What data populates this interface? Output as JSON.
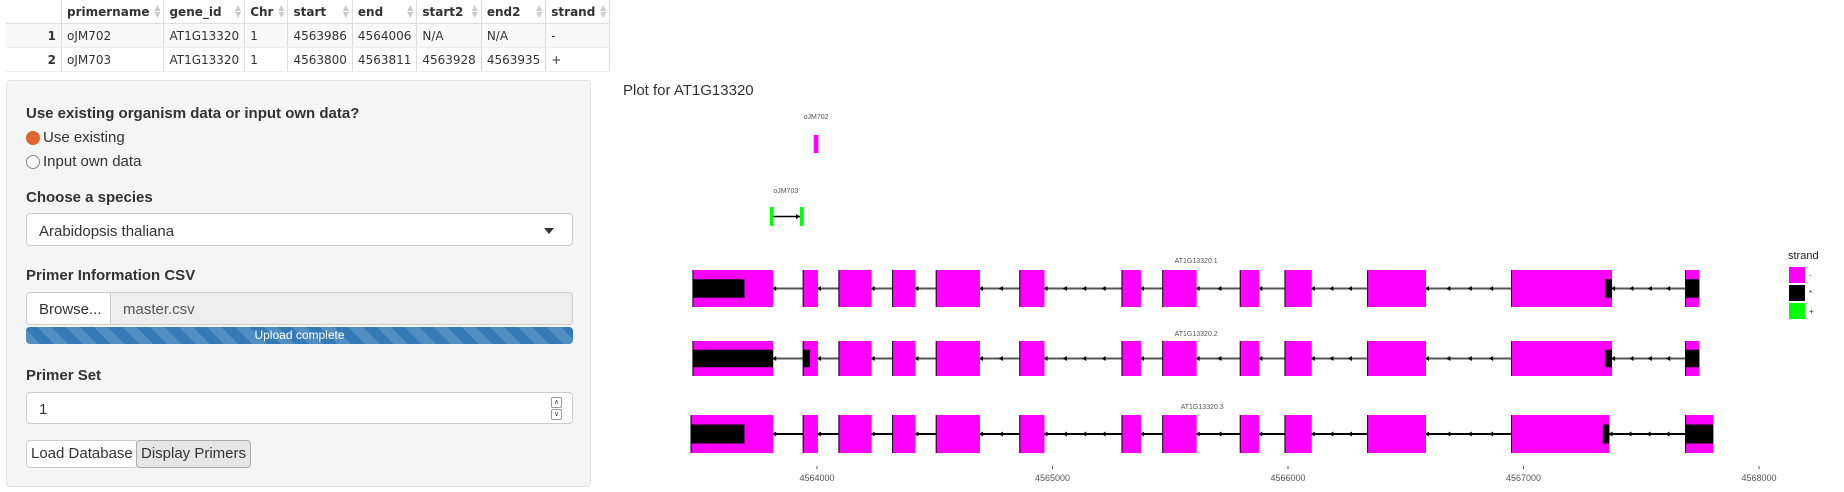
{
  "table": {
    "columns": [
      "primername",
      "gene_id",
      "Chr",
      "start",
      "end",
      "start2",
      "end2",
      "strand"
    ],
    "rows": [
      {
        "index": "1",
        "cells": [
          "oJM702",
          "AT1G13320",
          "1",
          "4563986",
          "4564006",
          "N/A",
          "N/A",
          "-"
        ]
      },
      {
        "index": "2",
        "cells": [
          "oJM703",
          "AT1G13320",
          "1",
          "4563800",
          "4563811",
          "4563928",
          "4563935",
          "+"
        ]
      }
    ]
  },
  "panel": {
    "source_label": "Use existing organism data or input own data?",
    "radio_options": [
      {
        "label": "Use existing",
        "selected": true
      },
      {
        "label": "Input own data",
        "selected": false
      }
    ],
    "species_label": "Choose a species",
    "species_value": "Arabidopsis thaliana",
    "csv_label": "Primer Information CSV",
    "browse_label": "Browse...",
    "file_name": "master.csv",
    "upload_status": "Upload complete",
    "upload_progress": 100,
    "primer_set_label": "Primer Set",
    "primer_set_value": "1",
    "load_button": "Load Database",
    "display_button": "Display Primers"
  },
  "plot": {
    "title": "Plot for AT1G13320"
  },
  "chart_data": {
    "type": "gene-track",
    "xlim": [
      4563450,
      4568150
    ],
    "x_ticks": [
      4564000,
      4565000,
      4566000,
      4567000,
      4568000
    ],
    "legend": {
      "title": "strand",
      "entries": [
        {
          "label": "-",
          "color": "#ff00ff"
        },
        {
          "label": "*",
          "color": "#000000"
        },
        {
          "label": "+",
          "color": "#00ff00"
        }
      ]
    },
    "primers": [
      {
        "name": "oJM702",
        "strand": "-",
        "segments": [
          [
            4563986,
            4564006
          ]
        ]
      },
      {
        "name": "oJM703",
        "strand": "+",
        "segments": [
          [
            4563800,
            4563811
          ],
          [
            4563928,
            4563935
          ]
        ]
      }
    ],
    "transcripts": [
      {
        "name": "AT1G13320.1",
        "exons": [
          [
            4563473,
            4563814
          ],
          [
            4563941,
            4564004
          ],
          [
            4564093,
            4564232
          ],
          [
            4564321,
            4564418
          ],
          [
            4564506,
            4564692
          ],
          [
            4564861,
            4564966
          ],
          [
            4565295,
            4565376
          ],
          [
            4565468,
            4565612
          ],
          [
            4565797,
            4565878
          ],
          [
            4565987,
            4566101
          ],
          [
            4566338,
            4566586
          ],
          [
            4566949,
            4567376
          ],
          [
            4567688,
            4567747
          ]
        ],
        "black": [
          [
            4563473,
            4563692
          ],
          [
            4567346,
            4567376
          ],
          [
            4567688,
            4567747
          ]
        ]
      },
      {
        "name": "AT1G13320.2",
        "exons": [
          [
            4563473,
            4563814
          ],
          [
            4563941,
            4564004
          ],
          [
            4564093,
            4564232
          ],
          [
            4564321,
            4564418
          ],
          [
            4564506,
            4564692
          ],
          [
            4564861,
            4564966
          ],
          [
            4565295,
            4565376
          ],
          [
            4565468,
            4565612
          ],
          [
            4565797,
            4565878
          ],
          [
            4565987,
            4566101
          ],
          [
            4566338,
            4566586
          ],
          [
            4566949,
            4567376
          ],
          [
            4567688,
            4567747
          ]
        ],
        "black": [
          [
            4563473,
            4563814
          ],
          [
            4563941,
            4563970
          ],
          [
            4567346,
            4567376
          ],
          [
            4567688,
            4567747
          ]
        ]
      },
      {
        "name": "AT1G13320.3",
        "exons": [
          [
            4563465,
            4563814
          ],
          [
            4563941,
            4564004
          ],
          [
            4564093,
            4564232
          ],
          [
            4564321,
            4564418
          ],
          [
            4564506,
            4564692
          ],
          [
            4564861,
            4564966
          ],
          [
            4565295,
            4565376
          ],
          [
            4565468,
            4565612
          ],
          [
            4565797,
            4565878
          ],
          [
            4565987,
            4566101
          ],
          [
            4566338,
            4566586
          ],
          [
            4566949,
            4567365
          ],
          [
            4567688,
            4567806
          ]
        ],
        "black": [
          [
            4563465,
            4563692
          ],
          [
            4567337,
            4567365
          ],
          [
            4567688,
            4567806
          ]
        ]
      }
    ]
  }
}
